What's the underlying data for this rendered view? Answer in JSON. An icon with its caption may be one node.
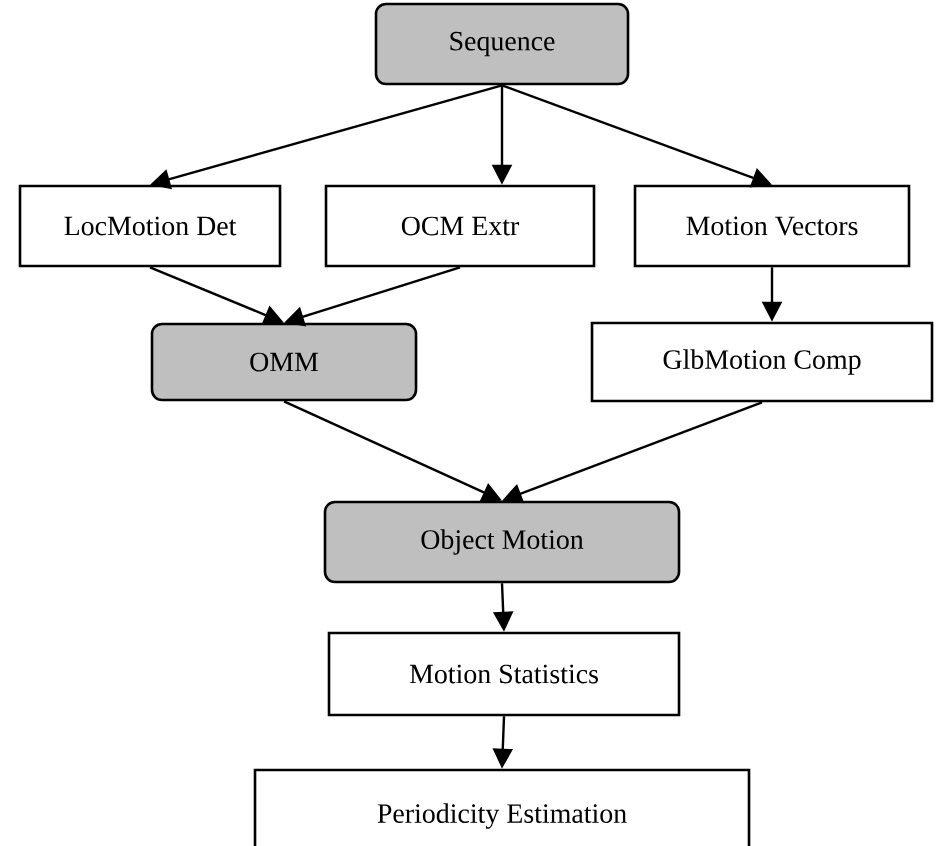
{
  "diagram": {
    "nodes": [
      {
        "text": [
          "Sequence"
        ]
      },
      {
        "text": [
          "LocMotion Det"
        ]
      },
      {
        "text": [
          "OCM Extr"
        ]
      },
      {
        "text": [
          "Motion Vectors"
        ]
      },
      {
        "text": [
          "OMM"
        ]
      },
      {
        "text": [
          "GlbMotion Comp"
        ]
      },
      {
        "text": [
          "Object Motion"
        ]
      },
      {
        "text": [
          "Motion Statistics"
        ]
      },
      {
        "text": [
          "Periodicity Estimation"
        ]
      }
    ],
    "edges": [
      {
        "from": 0,
        "to": 1,
        "arrow": "to"
      },
      {
        "from": 0,
        "to": 2,
        "arrow": "to"
      },
      {
        "from": 0,
        "to": 3,
        "arrow": "to"
      },
      {
        "from": 1,
        "to": 4,
        "arrow": "to"
      },
      {
        "from": 2,
        "to": 4,
        "arrow": "to"
      },
      {
        "from": 3,
        "to": 5,
        "arrow": "to"
      },
      {
        "from": 4,
        "to": 6,
        "arrow": "to"
      },
      {
        "from": 5,
        "to": 6,
        "arrow": "to"
      },
      {
        "from": 6,
        "to": 7,
        "arrow": "to"
      },
      {
        "from": 7,
        "to": 8,
        "arrow": "to"
      }
    ]
  }
}
